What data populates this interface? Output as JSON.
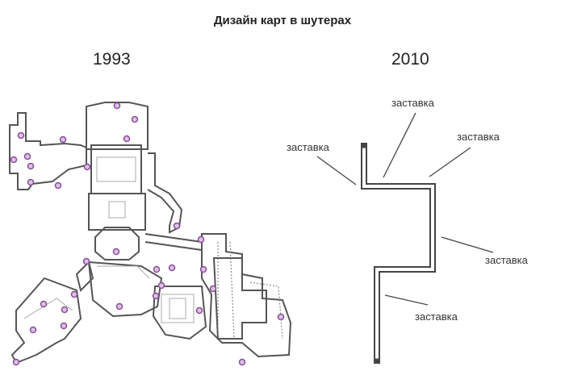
{
  "title": "Дизайн карт в шутерах",
  "left_year": "1993",
  "right_year": "2010",
  "labels": [
    "заставка",
    "заставка",
    "заставка",
    "заставка",
    "заставка"
  ],
  "colors": {
    "wall": "#555555",
    "marker": "#8a4a9a",
    "corridor": "#444444"
  }
}
